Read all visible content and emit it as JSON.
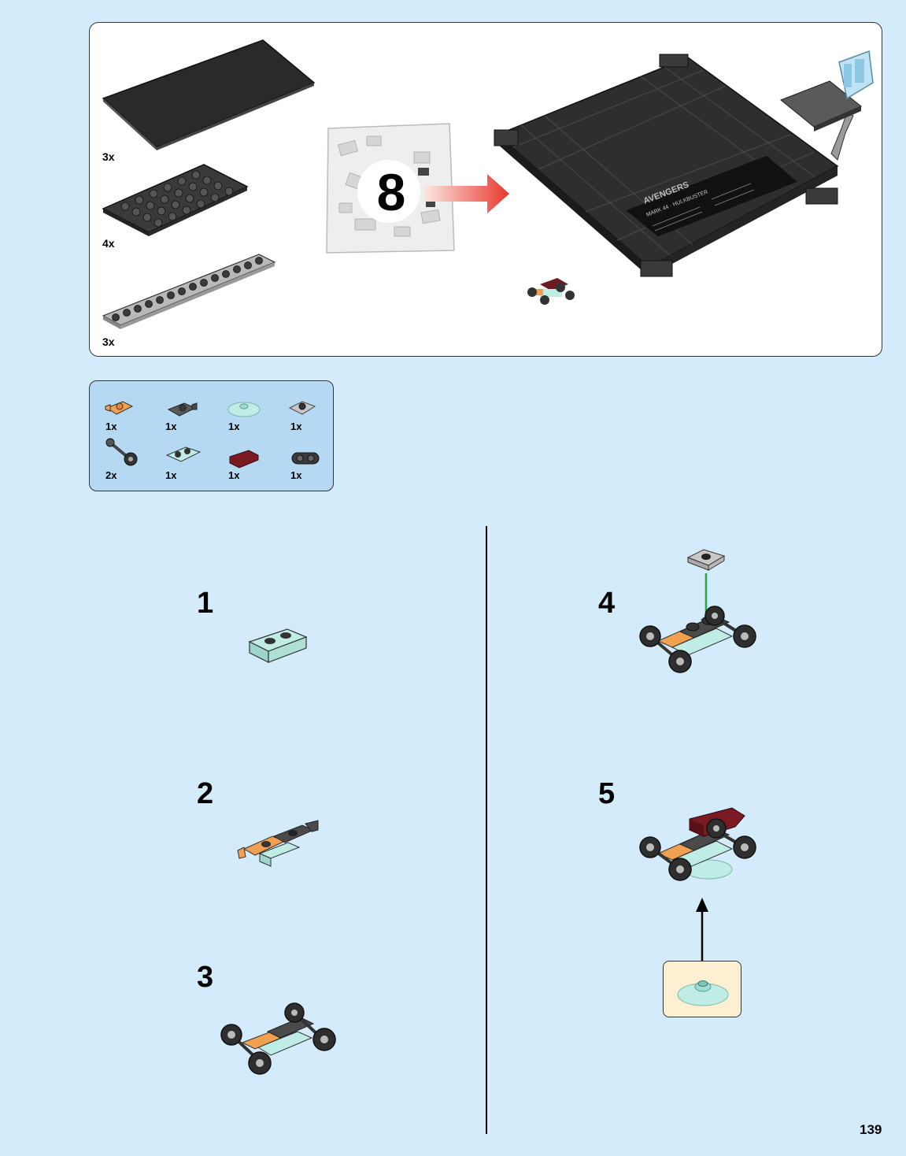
{
  "overview": {
    "quantities": [
      "3x",
      "4x",
      "3x"
    ],
    "plus_sign": "+",
    "bag_number": "8",
    "display_plate_lines": [
      "AVENGERS",
      "MARK 44 · HULKBUSTER"
    ]
  },
  "parts_list": [
    {
      "name": "orange-plate-with-clip",
      "qty": "1x",
      "color": "#f0a050"
    },
    {
      "name": "dark-gray-plate-with-clip",
      "qty": "1x",
      "color": "#4a4a4a"
    },
    {
      "name": "trans-light-blue-round-dish",
      "qty": "1x",
      "color": "#bfece4"
    },
    {
      "name": "light-gray-plate-1x1",
      "qty": "1x",
      "color": "#c8c8c8"
    },
    {
      "name": "wheel-axle",
      "qty": "2x",
      "color": "#303030"
    },
    {
      "name": "trans-light-blue-plate-1x2",
      "qty": "1x",
      "color": "#bfece4"
    },
    {
      "name": "dark-red-slope",
      "qty": "1x",
      "color": "#7a1a22"
    },
    {
      "name": "dark-gray-round-plate",
      "qty": "1x",
      "color": "#3a3a3a"
    }
  ],
  "steps": [
    {
      "number": "1"
    },
    {
      "number": "2"
    },
    {
      "number": "3"
    },
    {
      "number": "4"
    },
    {
      "number": "5"
    }
  ],
  "page_number": "139",
  "colors": {
    "page_background": "#d3ebfa",
    "parts_panel": "#b5d9f2",
    "callout": "#fdf0d2",
    "arrow_red": "#e8382c",
    "arrow_green": "#27a844",
    "trans_light_blue": "#bfece4",
    "orange": "#f0a050",
    "dark_red": "#7a1a22"
  }
}
